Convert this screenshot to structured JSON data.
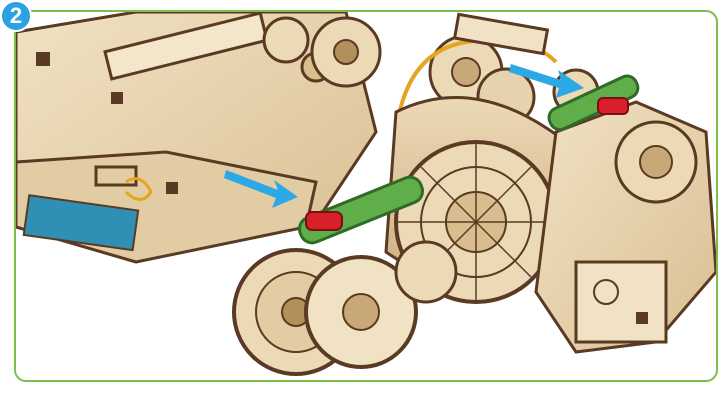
{
  "step": {
    "number": "2"
  },
  "colors": {
    "frame": "#7cc04a",
    "badge": "#2aa3e0",
    "wood_light": "#ead7b4",
    "wood_mid": "#d8bd8f",
    "wood_edge": "#5a3a22",
    "green_part": "#5fae4a",
    "red_pin": "#d9202a",
    "arrow": "#2ba8e6",
    "rubber_band": "#e6a51f"
  },
  "illustration": {
    "subject": "wooden-mechanical-model-assembly",
    "arrows": 2,
    "highlighted_parts": [
      "green-lever-left",
      "green-lever-right",
      "red-pin-left",
      "red-pin-right"
    ]
  }
}
